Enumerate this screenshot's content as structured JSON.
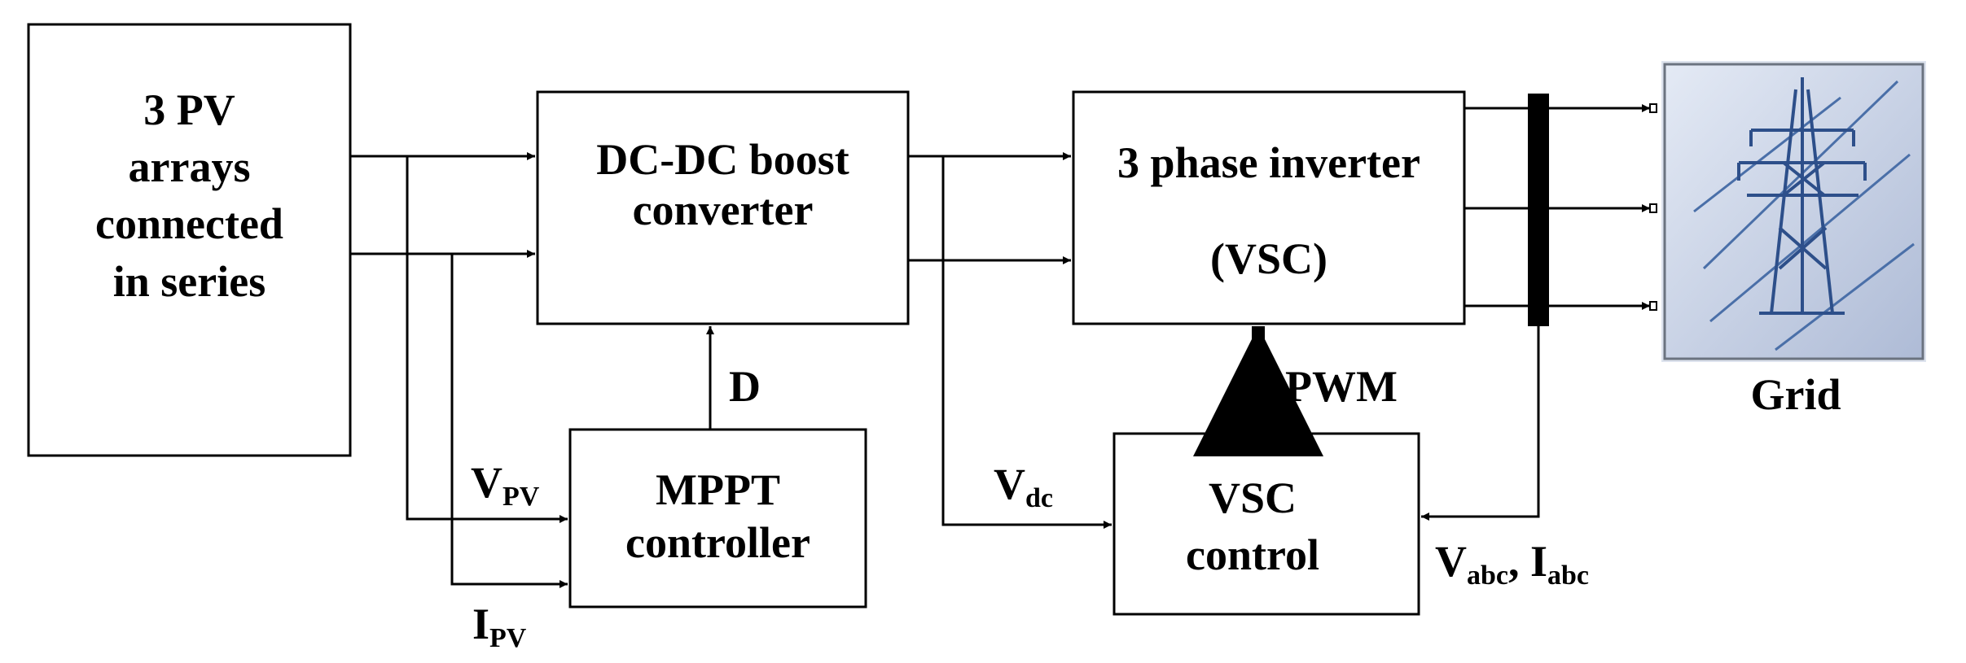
{
  "blocks": {
    "pv": {
      "lines": [
        "3 PV",
        "arrays",
        "connected",
        "in series"
      ]
    },
    "boost": {
      "lines": [
        "DC-DC boost",
        "converter"
      ]
    },
    "inverter": {
      "line1": "3 phase inverter",
      "line2": "(VSC)"
    },
    "mppt": {
      "lines": [
        "MPPT",
        "controller"
      ]
    },
    "vsc_control": {
      "lines": [
        "VSC",
        "control"
      ]
    },
    "grid": {
      "label": "Grid",
      "icon": "power-transmission-tower-icon"
    }
  },
  "signals": {
    "duty": "D",
    "pwm": "PWM",
    "vpv": {
      "main": "V",
      "sub": "PV"
    },
    "ipv": {
      "main": "I",
      "sub": "PV"
    },
    "vdc": {
      "main": "V",
      "sub": "dc"
    },
    "vabc_iabc": {
      "v": "V",
      "v_sub": "abc",
      "sep": ", ",
      "i": "I",
      "i_sub": "abc"
    }
  },
  "colors": {
    "line": "#000000",
    "grid_panel": "#c9d3e6"
  }
}
